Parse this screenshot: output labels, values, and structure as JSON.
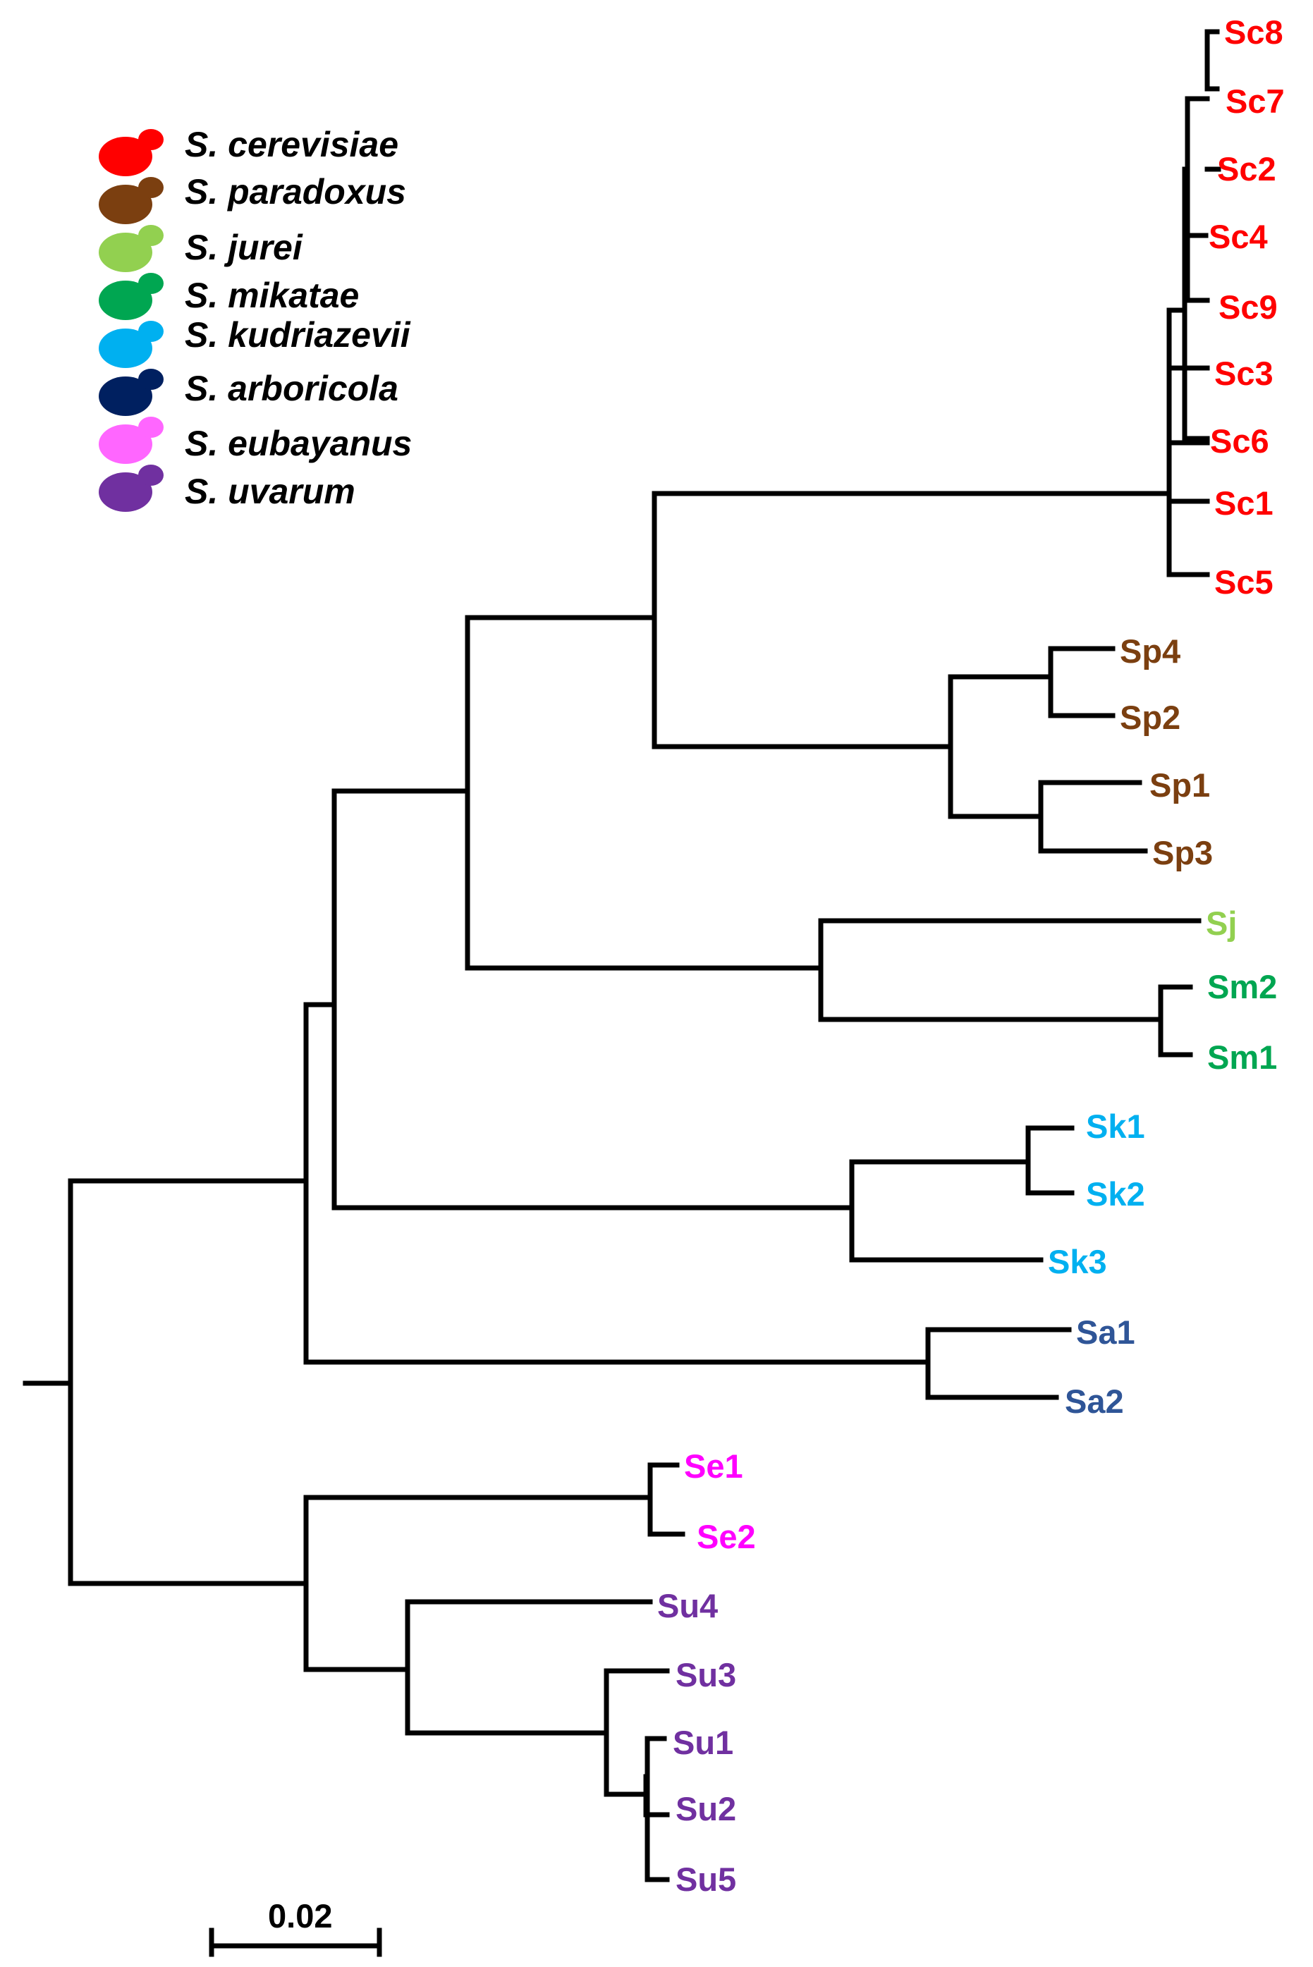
{
  "legend": [
    {
      "label": "S. cerevisiae",
      "color": "#ff0000"
    },
    {
      "label": "S. paradoxus",
      "color": "#7b3f10"
    },
    {
      "label": "S. jurei",
      "color": "#92d050"
    },
    {
      "label": "S. mikatae",
      "color": "#00a651"
    },
    {
      "label": "S. kudriazevii",
      "color": "#00b0f0"
    },
    {
      "label": "S. arboricola",
      "color": "#002060"
    },
    {
      "label": "S. eubayanus",
      "color": "#ff66ff"
    },
    {
      "label": "S. uvarum",
      "color": "#7030a0"
    }
  ],
  "leaves": [
    {
      "label": "Sc8",
      "color": "#ff0000"
    },
    {
      "label": "Sc7",
      "color": "#ff0000"
    },
    {
      "label": "Sc2",
      "color": "#ff0000"
    },
    {
      "label": "Sc4",
      "color": "#ff0000"
    },
    {
      "label": "Sc9",
      "color": "#ff0000"
    },
    {
      "label": "Sc3",
      "color": "#ff0000"
    },
    {
      "label": "Sc6",
      "color": "#ff0000"
    },
    {
      "label": "Sc1",
      "color": "#ff0000"
    },
    {
      "label": "Sc5",
      "color": "#ff0000"
    },
    {
      "label": "Sp4",
      "color": "#7b3f10"
    },
    {
      "label": "Sp2",
      "color": "#7b3f10"
    },
    {
      "label": "Sp1",
      "color": "#7b3f10"
    },
    {
      "label": "Sp3",
      "color": "#7b3f10"
    },
    {
      "label": "Sj",
      "color": "#92d050"
    },
    {
      "label": "Sm2",
      "color": "#00a651"
    },
    {
      "label": "Sm1",
      "color": "#00a651"
    },
    {
      "label": "Sk1",
      "color": "#00b0f0"
    },
    {
      "label": "Sk2",
      "color": "#00b0f0"
    },
    {
      "label": "Sk3",
      "color": "#00b0f0"
    },
    {
      "label": "Sa1",
      "color": "#2f5597"
    },
    {
      "label": "Sa2",
      "color": "#2f5597"
    },
    {
      "label": "Se1",
      "color": "#ff00ff"
    },
    {
      "label": "Se2",
      "color": "#ff00ff"
    },
    {
      "label": "Su4",
      "color": "#7030a0"
    },
    {
      "label": "Su3",
      "color": "#7030a0"
    },
    {
      "label": "Su1",
      "color": "#7030a0"
    },
    {
      "label": "Su2",
      "color": "#7030a0"
    },
    {
      "label": "Su5",
      "color": "#7030a0"
    }
  ],
  "scale_bar": {
    "label": "0.02"
  }
}
